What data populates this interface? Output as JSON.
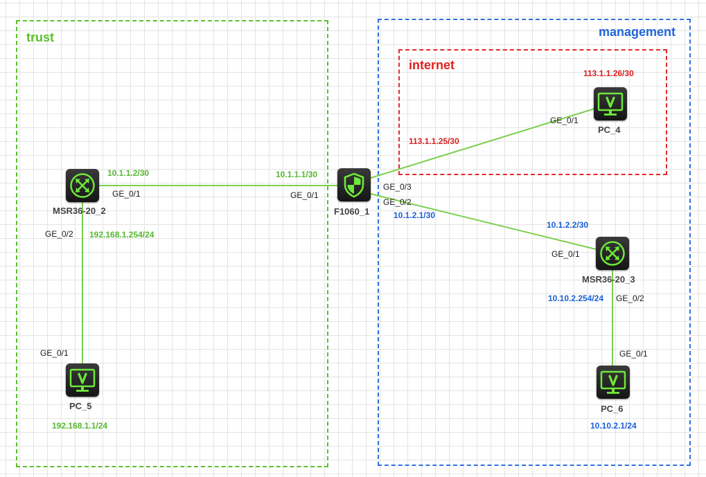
{
  "zones": {
    "trust": "trust",
    "management": "management",
    "internet": "internet"
  },
  "devices": {
    "msr2": {
      "name": "MSR36-20_2",
      "icon": "router-icon"
    },
    "f1060": {
      "name": "F1060_1",
      "icon": "firewall-shield-icon"
    },
    "msr3": {
      "name": "MSR36-20_3",
      "icon": "router-icon"
    },
    "pc4": {
      "name": "PC_4",
      "icon": "monitor-v-icon"
    },
    "pc5": {
      "name": "PC_5",
      "icon": "monitor-v-icon"
    },
    "pc6": {
      "name": "PC_6",
      "icon": "monitor-v-icon"
    }
  },
  "ips": {
    "msr2_ge01": "10.1.1.2/30",
    "msr2_ge02": "192.168.1.254/24",
    "f1060_ge01": "10.1.1.1/30",
    "f1060_ge02": "10.1.2.1/30",
    "f1060_ge03": "113.1.1.25/30",
    "pc4": "113.1.1.26/30",
    "msr3_ge01": "10.1.2.2/30",
    "msr3_ge02": "10.10.2.254/24",
    "pc5": "192.168.1.1/24",
    "pc6": "10.10.2.1/24"
  },
  "ports": {
    "msr2_ge01": "GE_0/1",
    "msr2_ge02": "GE_0/2",
    "f1060_ge01": "GE_0/1",
    "f1060_ge03": "GE_0/3",
    "f1060_ge02": "GE_0/2",
    "pc4_ge01": "GE_0/1",
    "msr3_ge01": "GE_0/1",
    "msr3_ge02": "GE_0/2",
    "pc5_ge01": "GE_0/1",
    "pc6_ge01": "GE_0/1"
  },
  "colors": {
    "trust": "#5bbf2a",
    "management": "#2f6fe0",
    "internet": "#e02a2a",
    "link": "#7ccf4e",
    "icon_green": "#6ee83a"
  }
}
